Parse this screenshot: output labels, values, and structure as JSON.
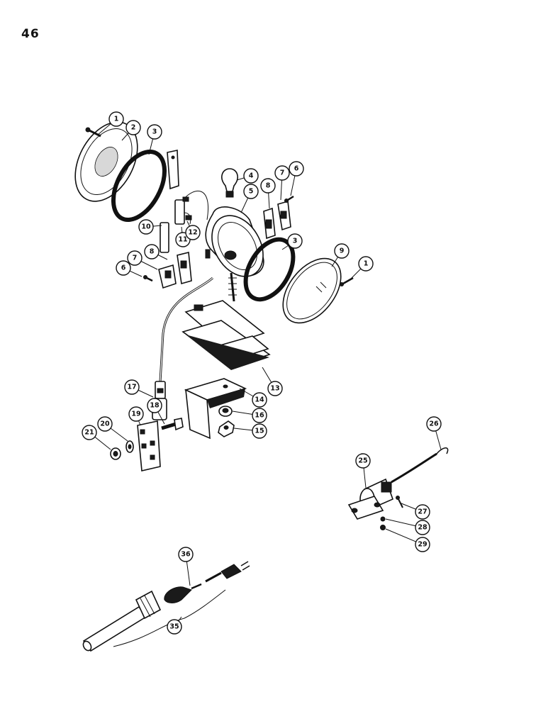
{
  "page": {
    "number": "46"
  },
  "callouts": [
    "1",
    "2",
    "3",
    "4",
    "5",
    "6",
    "7",
    "8",
    "3",
    "9",
    "1",
    "10",
    "11",
    "12",
    "8",
    "7",
    "6",
    "17",
    "14",
    "13",
    "18",
    "16",
    "15",
    "19",
    "20",
    "21",
    "26",
    "25",
    "27",
    "28",
    "29",
    "36",
    "35"
  ]
}
